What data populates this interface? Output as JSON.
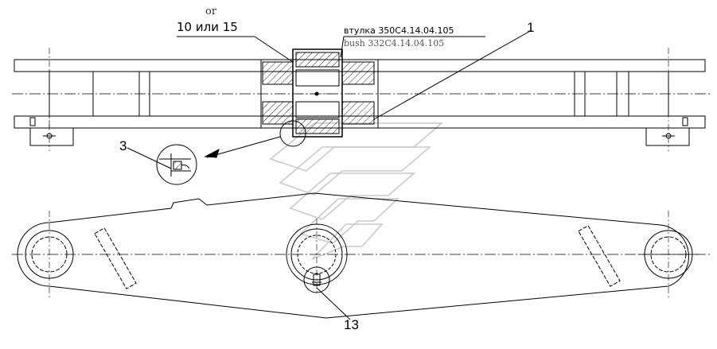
{
  "drawing": {
    "labels": {
      "alt_or": "or",
      "alt_parts": "10 или 15",
      "bush_ru": "втулка  350С4.14.04.105",
      "bush_en": "bush 332C4.14.04.105",
      "callout_1": "1",
      "callout_3": "3",
      "callout_13": "13"
    },
    "watermark": {
      "icon": "stylized-letter-f-logo-icon"
    },
    "colors": {
      "line": "#000000",
      "watermark": "#c8c8c8",
      "hatch": "#000000"
    }
  }
}
